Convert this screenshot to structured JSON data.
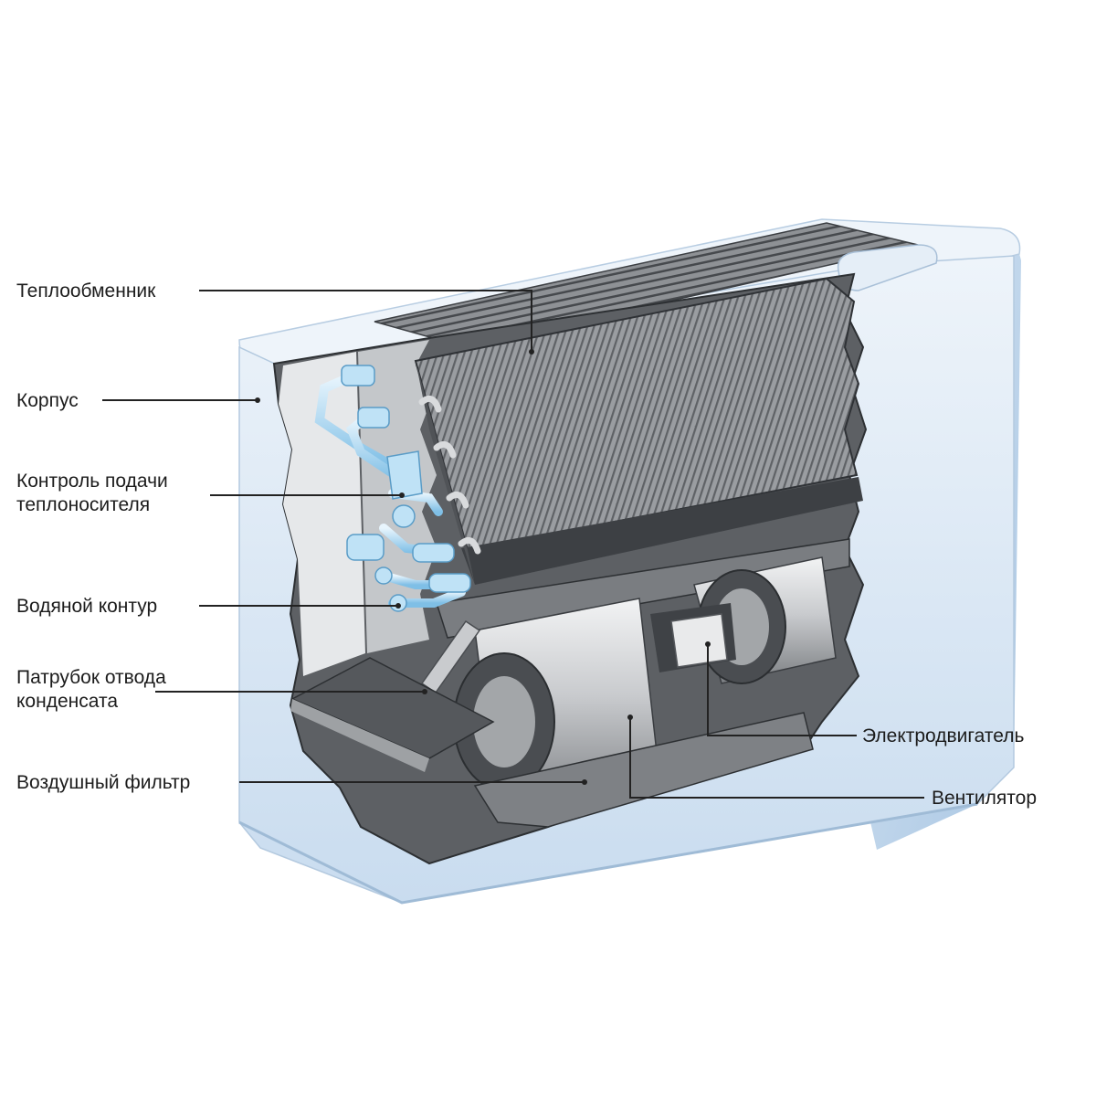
{
  "labels": {
    "heat_exchanger": "Теплообменник",
    "housing": "Корпус",
    "coolant_control": [
      "Контроль подачи",
      "теплоносителя"
    ],
    "water_circuit": "Водяной контур",
    "condensate_drain": [
      "Патрубок отвода",
      "конденсата"
    ],
    "air_filter": "Воздушный фильтр",
    "electric_motor": "Электродвигатель",
    "fan": "Вентилятор"
  },
  "colors": {
    "housing_front": "#dce9f5",
    "housing_top": "#eef4fa",
    "housing_side": "#bcd3ea",
    "cavity": "#6b6e72",
    "coil_fins": "#8c8f93",
    "metal_light": "#d6d8da",
    "pipes": "#a8d4ef",
    "label_text": "#1c1c1c",
    "leader_line": "#222222"
  }
}
